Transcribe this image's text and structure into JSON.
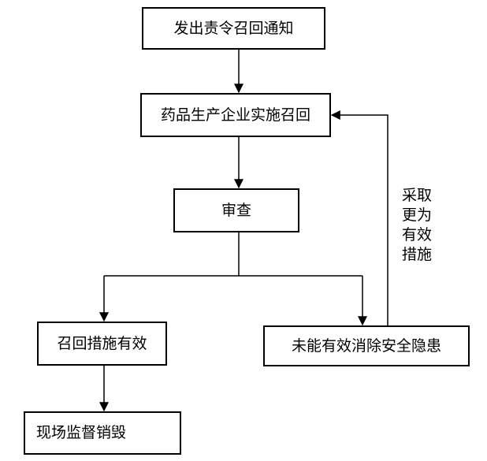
{
  "nodes": {
    "notice": {
      "label": "发出责令召回通知"
    },
    "implement": {
      "label": "药品生产企业实施召回"
    },
    "review": {
      "label": "审查"
    },
    "effective": {
      "label": "召回措施有效"
    },
    "ineffective": {
      "label": "未能有效消除安全隐患"
    },
    "destroy": {
      "label": "现场监督销毁"
    }
  },
  "edges": [
    {
      "from": "notice",
      "to": "implement"
    },
    {
      "from": "implement",
      "to": "review"
    },
    {
      "from": "review",
      "to": "effective"
    },
    {
      "from": "review",
      "to": "ineffective"
    },
    {
      "from": "effective",
      "to": "destroy"
    },
    {
      "from": "ineffective",
      "to": "implement",
      "label_lines": [
        "采取",
        "更为",
        "有效",
        "措施"
      ]
    }
  ],
  "style": {
    "stroke": "#000000",
    "background": "#ffffff"
  }
}
